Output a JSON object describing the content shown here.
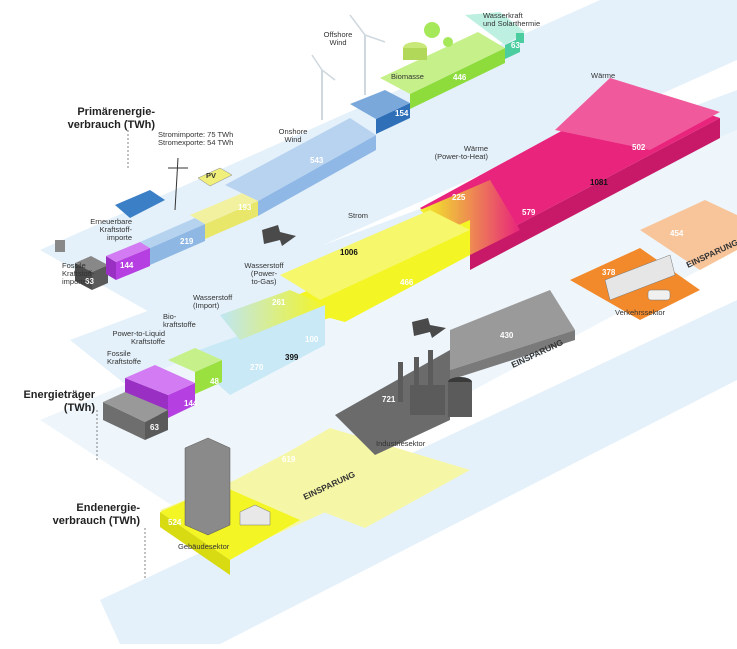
{
  "rows": {
    "primary": "Primärenergie-\nverbrauch (TWh)",
    "carriers": "Energieträger\n(TWh)",
    "final": "Endenergie-\nverbrauch (TWh)"
  },
  "primary": {
    "fossil_fuel_imports": {
      "label": "Fossile\nKraftstoff-\nimporte",
      "value": "63"
    },
    "renewable_fuel_imports": {
      "label": "Erneuerbare\nKraftstoff-\nimporte",
      "value": "144"
    },
    "electricity_trade": {
      "label": "Stromimporte: 75 TWh\nStromexporte: 54 TWh",
      "value": "219"
    },
    "pv": {
      "label": "PV",
      "value": "193"
    },
    "onshore_wind": {
      "label": "Onshore\nWind",
      "value": "543"
    },
    "offshore_wind": {
      "label": "Offshore\nWind",
      "value": "154"
    },
    "biomass": {
      "label": "Biomasse",
      "value": "446"
    },
    "hydro_solar": {
      "label": "Wasserkraft\nund Solarthermie",
      "value": "63"
    }
  },
  "carriers": {
    "fossil_fuels": {
      "label": "Fossile\nKraftstoffe",
      "value": "63"
    },
    "ptl_fuels": {
      "label": "Power-to-Liquid\nKraftstoffe",
      "value": "144"
    },
    "biofuels": {
      "label": "Bio-\nkraftstoffe",
      "value": "48"
    },
    "hydrogen_import": {
      "label": "Wasserstoff\n(Import)",
      "value": "270"
    },
    "hydrogen_ptg": {
      "label": "Wasserstoff\n(Power-\nto-Gas)",
      "value": "399"
    },
    "hydrogen_ptg_sub": "100",
    "hydrogen_261": "261",
    "electricity": {
      "label": "Strom",
      "value": "1006",
      "sub_value": "466"
    },
    "heat_pth": {
      "label": "Wärme\n(Power-to-Heat)",
      "value": "225",
      "sub_value": "579"
    },
    "heat": {
      "label": "Wärme",
      "value": "502",
      "sub_value": "1081"
    }
  },
  "final": {
    "buildings": {
      "label": "Gebäudesektor",
      "value": "524",
      "saving_value": "619",
      "saving": "EINSPARUNG"
    },
    "industry": {
      "label": "Industriesektor",
      "value": "721",
      "saving_value": "430",
      "saving": "EINSPARUNG"
    },
    "transport": {
      "label": "Verkehrssektor",
      "value": "378",
      "saving_value": "454",
      "saving": "EINSPARUNG"
    }
  },
  "colors": {
    "background_band": "#ddeef9",
    "fossil": "#6b6b6b",
    "ptl": "#c84ef0",
    "bio": "#a6e84a",
    "hydrogen": "#bfe6f3",
    "electricity": "#f3f525",
    "heat": "#e8247c",
    "pv": "#f0ef7c",
    "wind_onshore": "#a9c9ea",
    "wind_offshore": "#3b7fc6",
    "biomass": "#a5e85a",
    "industry": "#8a8a8a",
    "transport": "#f28a2c",
    "building_saving": "#f6f7a6"
  }
}
